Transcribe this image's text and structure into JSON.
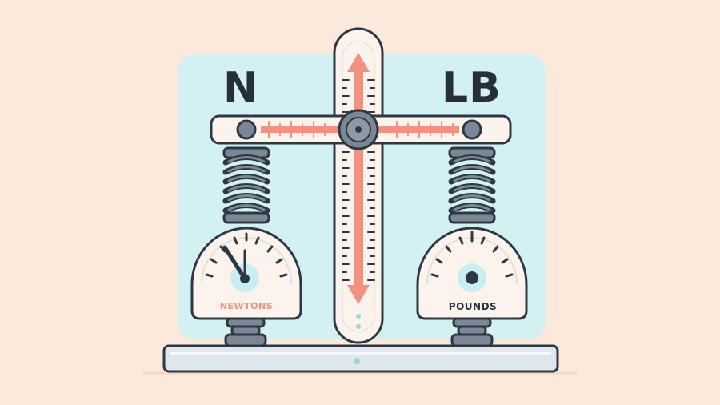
{
  "labels": {
    "left_unit": "N",
    "right_unit": "LB",
    "left_dial": "NEWTONS",
    "right_dial": "POUNDS"
  },
  "colors": {
    "background": "#fbe9dc",
    "panel": "#d3f1f3",
    "accent": "#f4907f",
    "outline": "#2e3843",
    "cream": "#fcf3ec"
  }
}
